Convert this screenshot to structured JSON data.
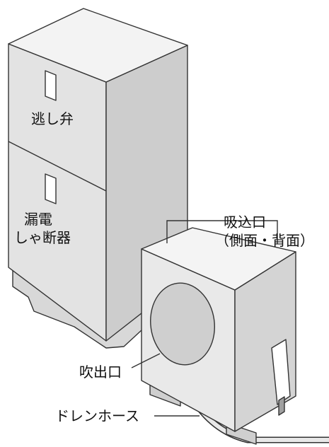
{
  "labels": {
    "relief_valve": "逃し弁",
    "leakage_breaker_line1": "漏電",
    "leakage_breaker_line2": "しゃ断器",
    "intake_line1": "吸込口",
    "intake_line2": "（側面・背面）",
    "outlet": "吹出口",
    "drain_hose": "ドレンホース"
  },
  "colors": {
    "tank_front": "#e3e3e3",
    "tank_side": "#cfcfcf",
    "tank_top": "#f2f2f2",
    "unit_front": "#e9e9e9",
    "unit_side": "#d6d6d6",
    "fan_grille": "#cfcfcf",
    "outline": "#333333"
  }
}
